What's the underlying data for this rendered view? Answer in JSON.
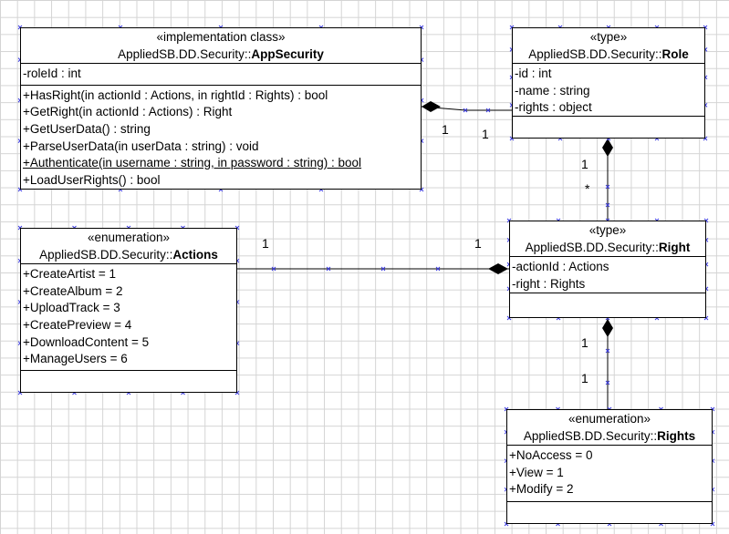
{
  "classes": {
    "appsecurity": {
      "stereotype": "«implementation class»",
      "namespace": "AppliedSB.DD.Security::",
      "name": "AppSecurity",
      "attributes": [
        "-roleId : int"
      ],
      "operations": [
        "+HasRight(in actionId : Actions, in rightId : Rights) : bool",
        "+GetRight(in actionId : Actions) : Right",
        "+GetUserData() : string",
        "+ParseUserData(in userData : string) : void",
        "+Authenticate(in username : string, in password : string) : bool",
        "+LoadUserRights() : bool"
      ]
    },
    "role": {
      "stereotype": "«type»",
      "namespace": "AppliedSB.DD.Security::",
      "name": "Role",
      "attributes": [
        "-id : int",
        "-name : string",
        "-rights : object"
      ]
    },
    "actions": {
      "stereotype": "«enumeration»",
      "namespace": "AppliedSB.DD.Security::",
      "name": "Actions",
      "literals": [
        "+CreateArtist = 1",
        "+CreateAlbum = 2",
        "+UploadTrack = 3",
        "+CreatePreview = 4",
        "+DownloadContent = 5",
        "+ManageUsers = 6"
      ]
    },
    "right": {
      "stereotype": "«type»",
      "namespace": "AppliedSB.DD.Security::",
      "name": "Right",
      "attributes": [
        "-actionId : Actions",
        "-right : Rights"
      ]
    },
    "rights": {
      "stereotype": "«enumeration»",
      "namespace": "AppliedSB.DD.Security::",
      "name": "Rights",
      "literals": [
        "+NoAccess = 0",
        "+View = 1",
        "+Modify = 2"
      ]
    }
  },
  "associations": {
    "appsecurity_role": {
      "source_mult": "1",
      "target_mult": "1"
    },
    "role_right": {
      "source_mult": "1",
      "target_mult": "*"
    },
    "actions_right": {
      "source_mult": "1",
      "target_mult": "1"
    },
    "right_rights": {
      "source_mult": "1",
      "target_mult": "1"
    }
  },
  "colors": {
    "handle": "#3a3adf",
    "line": "#000000",
    "grid": "#d4d4d4"
  }
}
